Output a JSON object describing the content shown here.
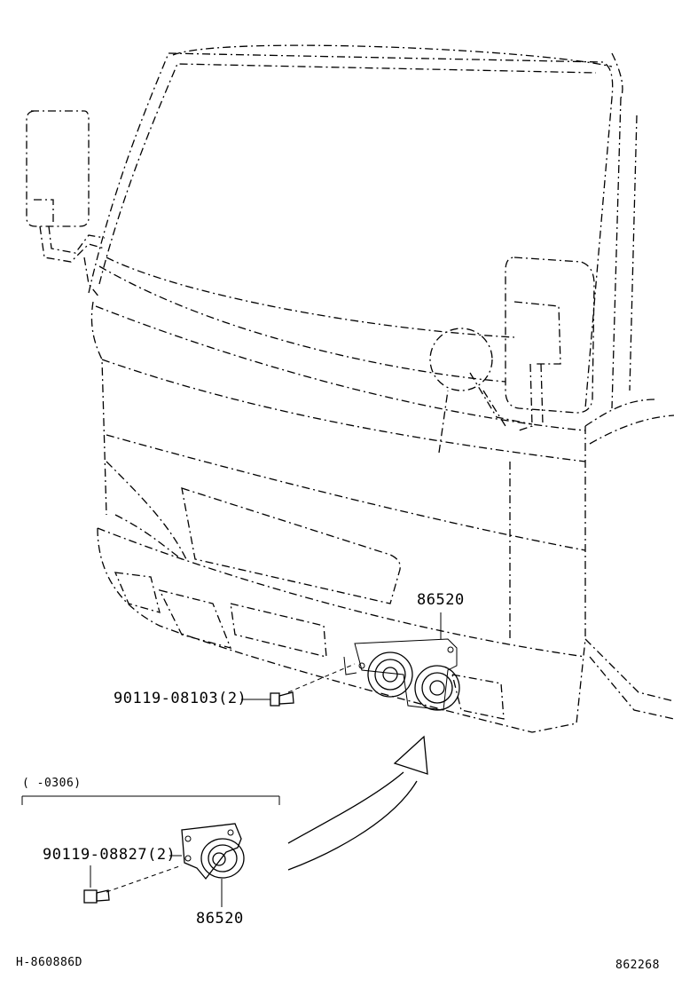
{
  "diagram": {
    "labels": {
      "horn_upper": "86520",
      "bolt_upper": "90119-08103(2)",
      "date_range": "(        -0306)",
      "bolt_lower": "90119-08827(2)",
      "horn_lower": "86520",
      "footer_left": "H-860886D",
      "footer_right": "862268"
    }
  }
}
